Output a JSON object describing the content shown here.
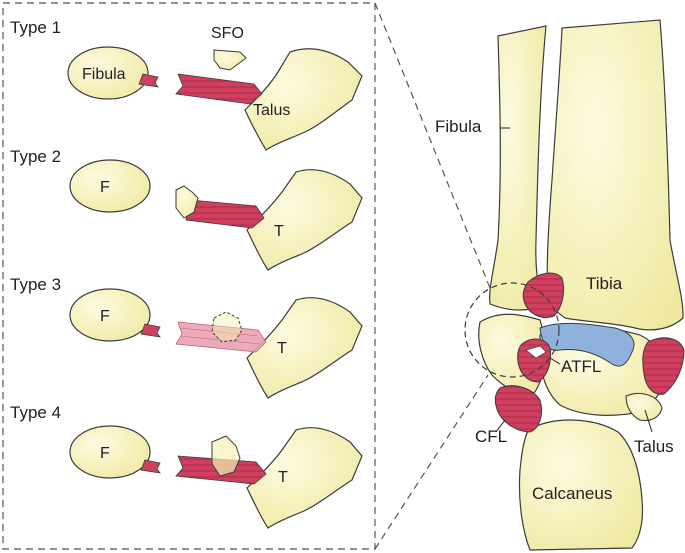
{
  "colors": {
    "bone_fill": "#f6f2b4",
    "bone_stroke": "#3c3c3c",
    "ligament": "#cf3f5e",
    "ligament_light": "#e58fa2",
    "cartilage_blue": "#8fb2dc",
    "frame_dash": "#555555"
  },
  "types": [
    {
      "label": "Type 1",
      "fibula": "Fibula",
      "fragment": "SFO",
      "talus": "Talus"
    },
    {
      "label": "Type 2",
      "fibula": "F",
      "talus": "T"
    },
    {
      "label": "Type 3",
      "fibula": "F",
      "talus": "T"
    },
    {
      "label": "Type 4",
      "fibula": "F",
      "talus": "T"
    }
  ],
  "anatomy": {
    "fibula": "Fibula",
    "tibia": "Tibia",
    "atfl": "ATFL",
    "cfl": "CFL",
    "talus": "Talus",
    "calcaneus": "Calcaneus"
  }
}
